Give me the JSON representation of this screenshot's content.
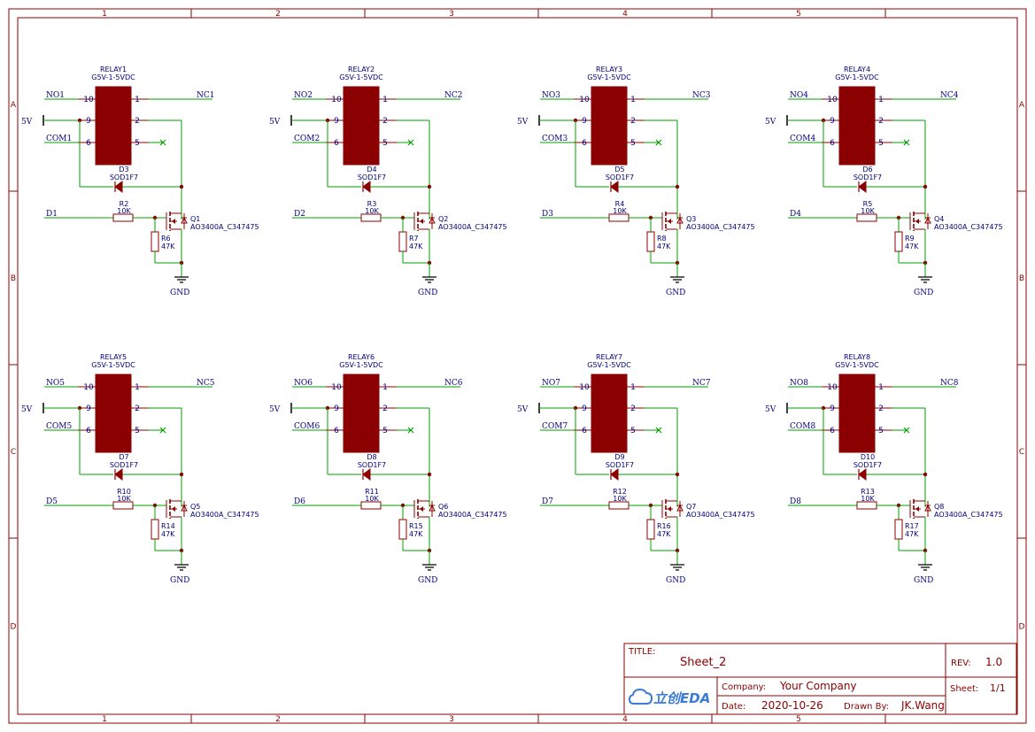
{
  "frame": {
    "columns": [
      "1",
      "2",
      "3",
      "4",
      "5"
    ],
    "rows": [
      "A",
      "B",
      "C",
      "D"
    ]
  },
  "colors": {
    "frame": "#8b0000",
    "wire": "#00a000",
    "body": "#8b0000",
    "pin": "#8b0000",
    "text": "#000080",
    "label": "#000080",
    "noconnect": "#00a000"
  },
  "circuits": [
    {
      "relay": "RELAY1",
      "relay_value": "G5V-1-5VDC",
      "no": "NO1",
      "nc": "NC1",
      "com": "COM1",
      "vcc": "5V",
      "diode": "D3",
      "diode_value": "SOD1F7",
      "in": "D1",
      "r_in": "R2",
      "r_in_value": "10K",
      "r_pd": "R6",
      "r_pd_value": "47K",
      "q": "Q1",
      "q_value": "AO3400A_C347475",
      "gnd": "GND",
      "pins": [
        "10",
        "9",
        "6",
        "1",
        "2",
        "5"
      ]
    },
    {
      "relay": "RELAY2",
      "relay_value": "G5V-1-5VDC",
      "no": "NO2",
      "nc": "NC2",
      "com": "COM2",
      "vcc": "5V",
      "diode": "D4",
      "diode_value": "SOD1F7",
      "in": "D2",
      "r_in": "R3",
      "r_in_value": "10K",
      "r_pd": "R7",
      "r_pd_value": "47K",
      "q": "Q2",
      "q_value": "AO3400A_C347475",
      "gnd": "GND",
      "pins": [
        "10",
        "9",
        "6",
        "1",
        "2",
        "5"
      ]
    },
    {
      "relay": "RELAY3",
      "relay_value": "G5V-1-5VDC",
      "no": "NO3",
      "nc": "NC3",
      "com": "COM3",
      "vcc": "5V",
      "diode": "D5",
      "diode_value": "SOD1F7",
      "in": "D3",
      "r_in": "R4",
      "r_in_value": "10K",
      "r_pd": "R8",
      "r_pd_value": "47K",
      "q": "Q3",
      "q_value": "AO3400A_C347475",
      "gnd": "GND",
      "pins": [
        "10",
        "9",
        "6",
        "1",
        "2",
        "5"
      ]
    },
    {
      "relay": "RELAY4",
      "relay_value": "G5V-1-5VDC",
      "no": "NO4",
      "nc": "NC4",
      "com": "COM4",
      "vcc": "5V",
      "diode": "D6",
      "diode_value": "SOD1F7",
      "in": "D4",
      "r_in": "R5",
      "r_in_value": "10K",
      "r_pd": "R9",
      "r_pd_value": "47K",
      "q": "Q4",
      "q_value": "AO3400A_C347475",
      "gnd": "GND",
      "pins": [
        "10",
        "9",
        "6",
        "1",
        "2",
        "5"
      ]
    },
    {
      "relay": "RELAY5",
      "relay_value": "G5V-1-5VDC",
      "no": "NO5",
      "nc": "NC5",
      "com": "COM5",
      "vcc": "5V",
      "diode": "D7",
      "diode_value": "SOD1F7",
      "in": "D5",
      "r_in": "R10",
      "r_in_value": "10K",
      "r_pd": "R14",
      "r_pd_value": "47K",
      "q": "Q5",
      "q_value": "AO3400A_C347475",
      "gnd": "GND",
      "pins": [
        "10",
        "9",
        "6",
        "1",
        "2",
        "5"
      ]
    },
    {
      "relay": "RELAY6",
      "relay_value": "G5V-1-5VDC",
      "no": "NO6",
      "nc": "NC6",
      "com": "COM6",
      "vcc": "5V",
      "diode": "D8",
      "diode_value": "SOD1F7",
      "in": "D6",
      "r_in": "R11",
      "r_in_value": "10K",
      "r_pd": "R15",
      "r_pd_value": "47K",
      "q": "Q6",
      "q_value": "AO3400A_C347475",
      "gnd": "GND",
      "pins": [
        "10",
        "9",
        "6",
        "1",
        "2",
        "5"
      ]
    },
    {
      "relay": "RELAY7",
      "relay_value": "G5V-1-5VDC",
      "no": "NO7",
      "nc": "NC7",
      "com": "COM7",
      "vcc": "5V",
      "diode": "D9",
      "diode_value": "SOD1F7",
      "in": "D7",
      "r_in": "R12",
      "r_in_value": "10K",
      "r_pd": "R16",
      "r_pd_value": "47K",
      "q": "Q7",
      "q_value": "AO3400A_C347475",
      "gnd": "GND",
      "pins": [
        "10",
        "9",
        "6",
        "1",
        "2",
        "5"
      ]
    },
    {
      "relay": "RELAY8",
      "relay_value": "G5V-1-5VDC",
      "no": "NO8",
      "nc": "NC8",
      "com": "COM8",
      "vcc": "5V",
      "diode": "D10",
      "diode_value": "SOD1F7",
      "in": "D8",
      "r_in": "R13",
      "r_in_value": "10K",
      "r_pd": "R17",
      "r_pd_value": "47K",
      "q": "Q8",
      "q_value": "AO3400A_C347475",
      "gnd": "GND",
      "pins": [
        "10",
        "9",
        "6",
        "1",
        "2",
        "5"
      ]
    }
  ],
  "title_block": {
    "title_label": "TITLE:",
    "title": "Sheet_2",
    "rev_label": "REV:",
    "rev": "1.0",
    "company_label": "Company:",
    "company": "Your Company",
    "sheet_label": "Sheet:",
    "sheet": "1/1",
    "date_label": "Date:",
    "date": "2020-10-26",
    "drawn_label": "Drawn By:",
    "drawn": "JK.Wang",
    "logo_text": "立创EDA",
    "logo_icon": "cloud-icon"
  }
}
